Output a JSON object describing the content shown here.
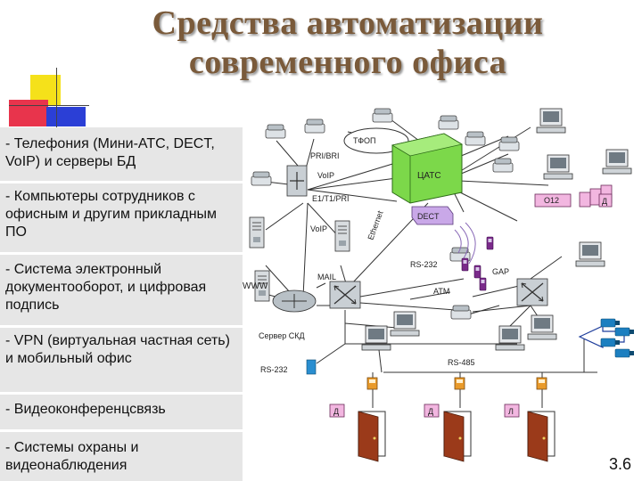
{
  "title": [
    "Средства автоматизации",
    "современного офиса"
  ],
  "items": [
    "- Телефония (Мини-АТС, DECT, VoIP) и серверы БД",
    "- Компьютеры сотрудников с офисным и другим прикладным ПО",
    "- Система электронный документооборот, и цифровая подпись",
    "- VPN (виртуальная частная сеть) и мобильный офис",
    "- Видеоконференцсвязь",
    "- Системы охраны и видеонаблюдения"
  ],
  "page_number": "3.6",
  "diagram": {
    "tsop": "ТФОП",
    "pri_bri": "PRI/BRI",
    "voip1": "VoIP",
    "e1": "E1/T1/PRI",
    "catc": "ЦАТС",
    "ethernet": "Ethernet",
    "dect": "DECT",
    "voip2": "VoIP",
    "www": "WWW",
    "mail": "MAIL",
    "rs232a": "RS-232",
    "gap": "GAP",
    "atm": "ATM",
    "server_skd": "Сервер  СКД",
    "rs232b": "RS-232",
    "rs485": "RS-485",
    "d1": "Д",
    "d2": "Д",
    "d3": "Д",
    "l1": "Л",
    "o12": "О12"
  },
  "colors": {
    "title": "#7a5a3a",
    "panel": "#e6e6e6",
    "catc": "#7cd84a",
    "dect": "#c9a8e8",
    "door": "#9b3a1a",
    "reader": "#e99a2a",
    "camera": "#1c7fc0"
  }
}
